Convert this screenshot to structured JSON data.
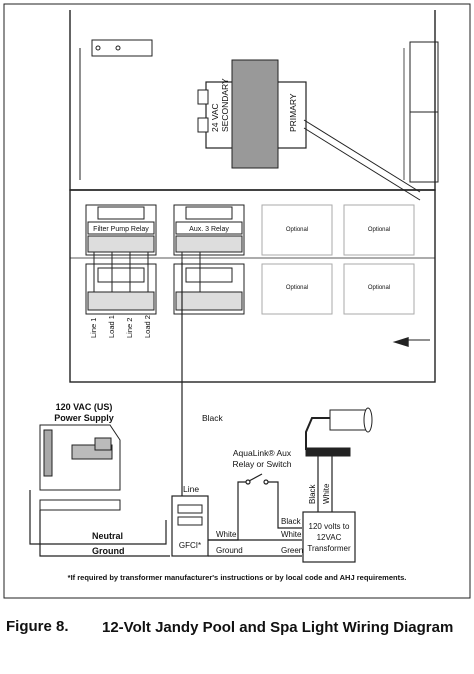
{
  "transformer": {
    "secondary_label": "24 VAC\nSECONDARY",
    "primary_label": "PRIMARY"
  },
  "relays": {
    "filter_pump": "Filter Pump Relay",
    "aux3": "Aux. 3 Relay",
    "optional": "Optional"
  },
  "terminals": [
    "Line 1",
    "Load 1",
    "Line 2",
    "Load 2"
  ],
  "power_supply": {
    "title_line1": "120 VAC (US)",
    "title_line2": "Power Supply"
  },
  "wires": {
    "black_vertical": "Black",
    "neutral": "Neutral",
    "ground": "Ground",
    "line": "Line",
    "white": "White",
    "ground_small": "Ground",
    "black_right": "Black",
    "white_right": "White",
    "green": "Green",
    "light_black": "Black",
    "light_white": "White"
  },
  "switch_label": {
    "line1": "AquaLink® Aux",
    "line2": "Relay or Switch"
  },
  "gfci": "GFCI*",
  "step_down": {
    "line1": "120 volts to",
    "line2": "12VAC",
    "line3": "Transformer"
  },
  "footnote": "*If required by transformer manufacturer's instructions or by local code and AHJ requirements.",
  "caption": {
    "number": "Figure 8.",
    "title": "12-Volt  Jandy Pool and Spa Light Wiring Diagram"
  }
}
